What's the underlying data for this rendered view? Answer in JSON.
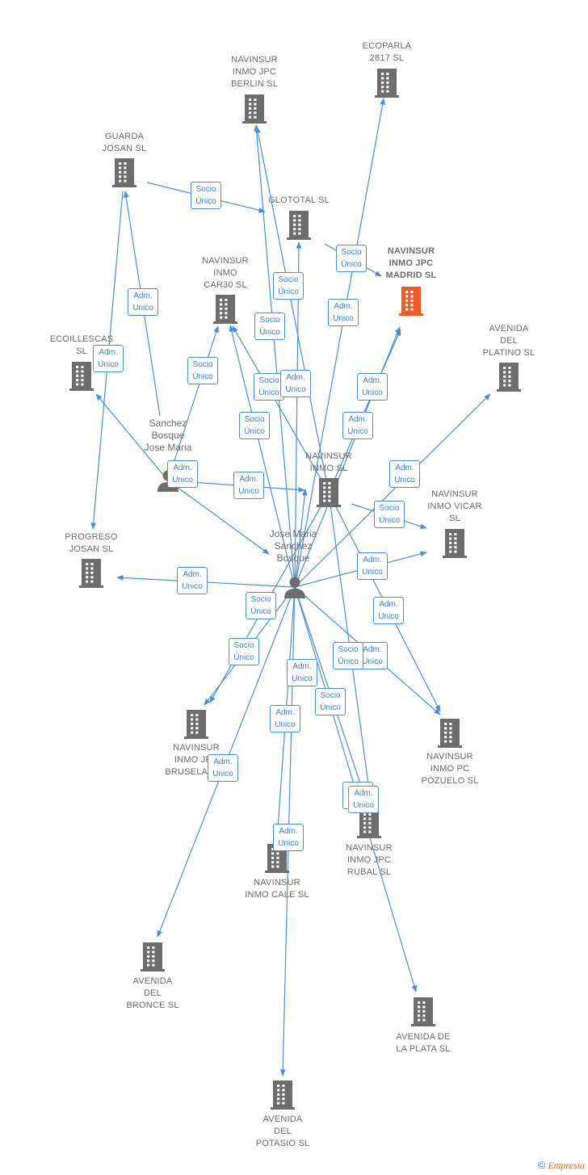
{
  "colors": {
    "edge": "#4a8fd6",
    "building": "#6d6d6d",
    "highlight": "#f15a24",
    "text": "#6b6b6b"
  },
  "companies": [
    {
      "id": "ecoparla",
      "label": "ECOPARLA\n2817  SL"
    },
    {
      "id": "berlin",
      "label": "NAVINSUR\nINMO JPC\nBERLIN  SL"
    },
    {
      "id": "guarda",
      "label": "GUARDA\nJOSAN  SL"
    },
    {
      "id": "glototal",
      "label": "GLOTOTAL  SL"
    },
    {
      "id": "madrid",
      "label": "NAVINSUR\nINMO JPC\nMADRID  SL",
      "highlight": true
    },
    {
      "id": "car30",
      "label": "NAVINSUR\nINMO\nCAR30  SL"
    },
    {
      "id": "ecoillescas",
      "label": "ECOILLESCAS\nSL"
    },
    {
      "id": "platino",
      "label": "AVENIDA\nDEL\nPLATINO SL"
    },
    {
      "id": "inmo",
      "label": "NAVINSUR\nINMO  SL"
    },
    {
      "id": "vicar",
      "label": "NAVINSUR\nINMO VICAR\nSL"
    },
    {
      "id": "progreso",
      "label": "PROGRESO\nJOSAN  SL"
    },
    {
      "id": "bruselas",
      "label": "NAVINSUR\nINMO JPC\nBRUSELAS SL"
    },
    {
      "id": "pozuelo",
      "label": "NAVINSUR\nINMO PC\nPOZUELO  SL"
    },
    {
      "id": "rubal",
      "label": "NAVINSUR\nINMO JPC\nRUBAL  SL"
    },
    {
      "id": "cale",
      "label": "NAVINSUR\nINMO CALE  SL"
    },
    {
      "id": "bronce",
      "label": "AVENIDA\nDEL\nBRONCE SL"
    },
    {
      "id": "plata",
      "label": "AVENIDA DE\nLA PLATA SL"
    },
    {
      "id": "potasio",
      "label": "AVENIDA\nDEL\nPOTASIO SL"
    }
  ],
  "persons": [
    {
      "id": "sanchez",
      "label": "Sanchez\nBosque\nJose Maria"
    },
    {
      "id": "jose",
      "label": "Jose Maria\nSanchez\nBosque"
    }
  ],
  "edge_labels": [
    {
      "id": "e1",
      "text": "Socio\nÚnico"
    },
    {
      "id": "e2",
      "text": "Socio\nÚnico"
    },
    {
      "id": "e3",
      "text": "Adm.\nUnico"
    },
    {
      "id": "e4",
      "text": "Socio\nÚnico"
    },
    {
      "id": "e5",
      "text": "Adm.\nUnico"
    },
    {
      "id": "e6",
      "text": "Adm.\nUnico"
    },
    {
      "id": "e7",
      "text": "Socio\nÚnico"
    },
    {
      "id": "e8",
      "text": "Socio\nÚnico"
    },
    {
      "id": "e9",
      "text": "Adm.\nUnico"
    },
    {
      "id": "e10",
      "text": "Socio\nÚnico"
    },
    {
      "id": "e11",
      "text": "Adm.\nUnico"
    },
    {
      "id": "e12",
      "text": "Socio\nÚnico"
    },
    {
      "id": "e13",
      "text": "Adm.\nUnico"
    },
    {
      "id": "e14",
      "text": "Adm.\nUnico"
    },
    {
      "id": "e15",
      "text": "Adm.\nUnico"
    },
    {
      "id": "e16",
      "text": "Adm.\nUnico"
    },
    {
      "id": "e17",
      "text": "Socio\nÚnico"
    },
    {
      "id": "e18",
      "text": "Adm.\nUnico"
    },
    {
      "id": "e19",
      "text": "Adm.\nUnico"
    },
    {
      "id": "e20",
      "text": "Socio\nÚnico"
    },
    {
      "id": "e21",
      "text": "Socio\nÚnico"
    },
    {
      "id": "e22",
      "text": "Adm.\nUnico"
    },
    {
      "id": "e23",
      "text": "Adm.\nUnico"
    },
    {
      "id": "e24",
      "text": "Socio\nÚnico"
    },
    {
      "id": "e25",
      "text": "Adm.\nUnico"
    },
    {
      "id": "e26",
      "text": "Socio\nÚnico"
    },
    {
      "id": "e27",
      "text": "Adm.\nUnico"
    },
    {
      "id": "e28",
      "text": "Adm.\nUnico"
    },
    {
      "id": "e29",
      "text": "Adm.\nUnico"
    },
    {
      "id": "e30",
      "text": "Adm.\nUnico"
    },
    {
      "id": "e31",
      "text": "Adm.\nUnico"
    }
  ],
  "footer": {
    "copyright": "©",
    "brand": "Empresia"
  }
}
